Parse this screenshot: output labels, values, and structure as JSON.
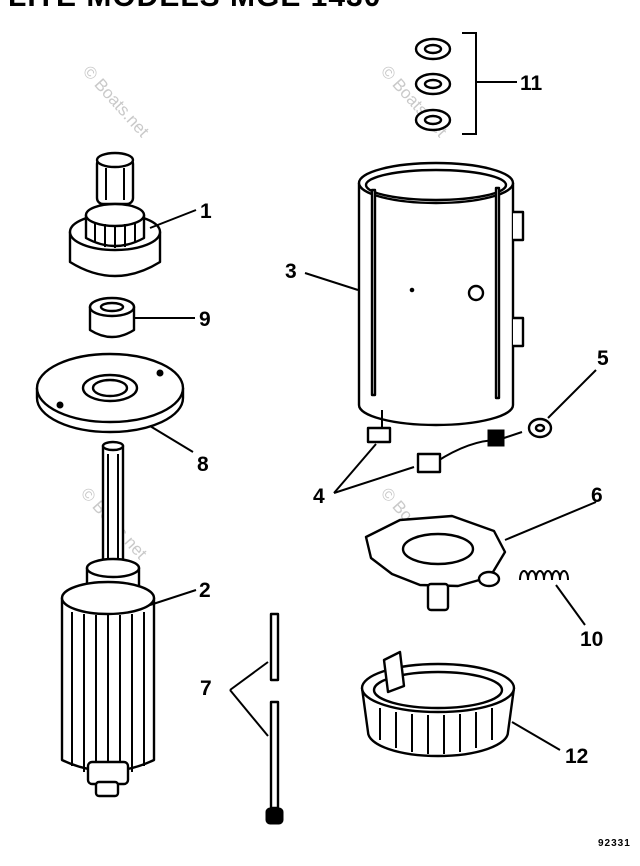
{
  "title": "LITE MODELS MGE 1430",
  "diagram_number": "92331",
  "watermark": "© Boats.net",
  "callouts": [
    "1",
    "2",
    "3",
    "4",
    "5",
    "6",
    "7",
    "8",
    "9",
    "10",
    "11",
    "12"
  ]
}
